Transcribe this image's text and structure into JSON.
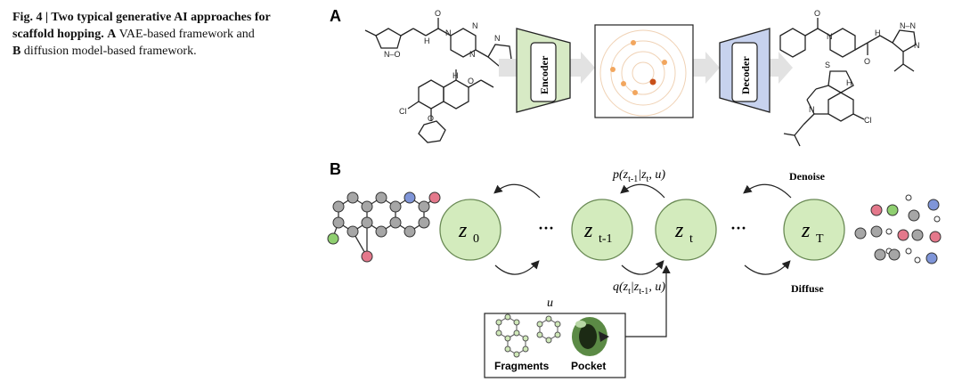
{
  "caption": {
    "fig_label": "Fig. 4",
    "separator": " | ",
    "title": "Two typical generative AI approaches for scaffold hopping.",
    "label_a": "A",
    "text_a": "VAE-based framework and",
    "label_b": "B",
    "text_b": "diffusion model-based framework."
  },
  "panel_a": {
    "label": "A",
    "encoder_label": "Encoder",
    "decoder_label": "Decoder",
    "colors": {
      "encoder": "#d7eac5",
      "decoder": "#c7d2ee",
      "latent_dot": "#f2a65e",
      "latent_dot_dark": "#c8501a",
      "arrow": "#d9d9d9"
    }
  },
  "panel_b": {
    "label": "B",
    "states": {
      "z0": "z",
      "z0_sub": "0",
      "zt1": "z",
      "zt1_sub": "t-1",
      "zt": "z",
      "zt_sub": "t",
      "zT": "z",
      "zT_sub": "T"
    },
    "ellipsis": "···",
    "reverse_formula": "p(z",
    "reverse_formula_parts": {
      "a": "p(z",
      "a_sub": "t-1",
      "b": "|z",
      "b_sub": "t",
      "c": ", u)"
    },
    "forward_formula_parts": {
      "a": "q(z",
      "a_sub": "t",
      "b": "|z",
      "b_sub": "t-1",
      "c": ", u)"
    },
    "denoise_label": "Denoise",
    "diffuse_label": "Diffuse",
    "condition_label": "u",
    "fragments_label": "Fragments",
    "pocket_label": "Pocket",
    "colors": {
      "state_fill": "#d3ebbd",
      "state_stroke": "#6a8a55",
      "atom_grey": "#a6a6a6",
      "atom_green": "#8fcf70",
      "atom_blue": "#7f95d8",
      "atom_pink": "#e4788b"
    }
  }
}
